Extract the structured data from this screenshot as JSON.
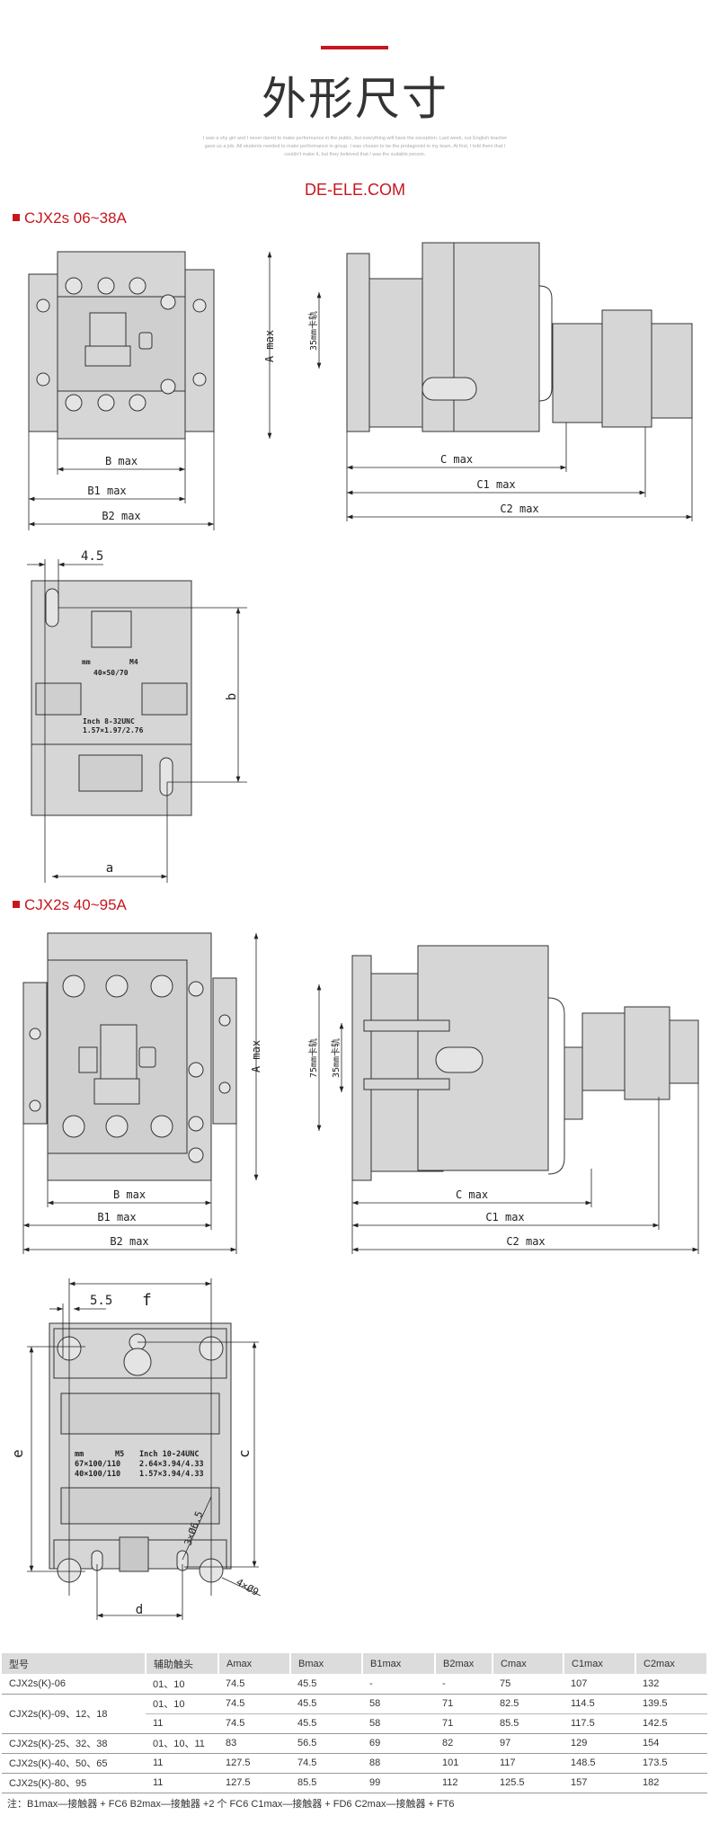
{
  "header": {
    "title": "外形尺寸",
    "blurb": "I was a shy girl and I never dared to make performance in the public, but everything will have the exception. Last week, our English teacher gave us a job. All students needed to make performance in group. I was chosen to be the protagonist in my team. At first, I told them that I couldn't make it, but they believed that I was the suitable person.",
    "site": "DE-ELE.COM"
  },
  "sections": [
    {
      "label": "CJX2s 06~38A",
      "dims": {
        "a_max": "A max",
        "b_max": "B max",
        "b1_max": "B1 max",
        "b2_max": "B2 max",
        "c_max": "C max",
        "c1_max": "C1 max",
        "c2_max": "C2 max",
        "rail": "35mm卡轨"
      },
      "mount": {
        "offset": "4.5",
        "a": "a",
        "b": "b",
        "mm": "mm",
        "screw": "M4",
        "mm_size": "40×50/70",
        "inch": "Inch  8-32UNC",
        "inch_size": "1.57×1.97/2.76"
      }
    },
    {
      "label": "CJX2s 40~95A",
      "dims": {
        "a_max": "A max",
        "b_max": "B max",
        "b1_max": "B1 max",
        "b2_max": "B2 max",
        "c_max": "C max",
        "c1_max": "C1 max",
        "c2_max": "C2 max",
        "rail75": "75mm卡轨",
        "rail35": "35mm卡轨"
      },
      "mount": {
        "offset": "5.5",
        "f": "f",
        "e": "e",
        "c": "c",
        "d": "d",
        "mm": "mm",
        "screw": "M5",
        "mm_size1": "67×100/110",
        "mm_size2": "40×100/110",
        "inch": "Inch  10-24UNC",
        "inch_size1": "2.64×3.94/4.33",
        "inch_size2": "1.57×3.94/4.33",
        "holes_small": "3×Ø6.5",
        "holes_large": "4×Ø9"
      }
    }
  ],
  "table": {
    "headers": [
      "型号",
      "辅助触头",
      "Amax",
      "Bmax",
      "B1max",
      "B2max",
      "Cmax",
      "C1max",
      "C2max"
    ],
    "rows": [
      {
        "model": "CJX2s(K)-06",
        "aux": "01、10",
        "v": [
          "74.5",
          "45.5",
          "-",
          "-",
          "75",
          "107",
          "132"
        ]
      },
      {
        "model": "CJX2s(K)-09、12、18",
        "aux": "01、10",
        "v": [
          "74.5",
          "45.5",
          "58",
          "71",
          "82.5",
          "114.5",
          "139.5"
        ]
      },
      {
        "model": "",
        "aux": "11",
        "v": [
          "74.5",
          "45.5",
          "58",
          "71",
          "85.5",
          "117.5",
          "142.5"
        ]
      },
      {
        "model": "CJX2s(K)-25、32、38",
        "aux": "01、10、11",
        "v": [
          "83",
          "56.5",
          "69",
          "82",
          "97",
          "129",
          "154"
        ]
      },
      {
        "model": "CJX2s(K)-40、50、65",
        "aux": "11",
        "v": [
          "127.5",
          "74.5",
          "88",
          "101",
          "117",
          "148.5",
          "173.5"
        ]
      },
      {
        "model": "CJX2s(K)-80、95",
        "aux": "11",
        "v": [
          "127.5",
          "85.5",
          "99",
          "112",
          "125.5",
          "157",
          "182"
        ]
      }
    ],
    "note": "注：B1max—接触器 + FC6   B2max—接触器 +2 个 FC6   C1max—接触器 + FD6   C2max—接触器 + FT6"
  }
}
